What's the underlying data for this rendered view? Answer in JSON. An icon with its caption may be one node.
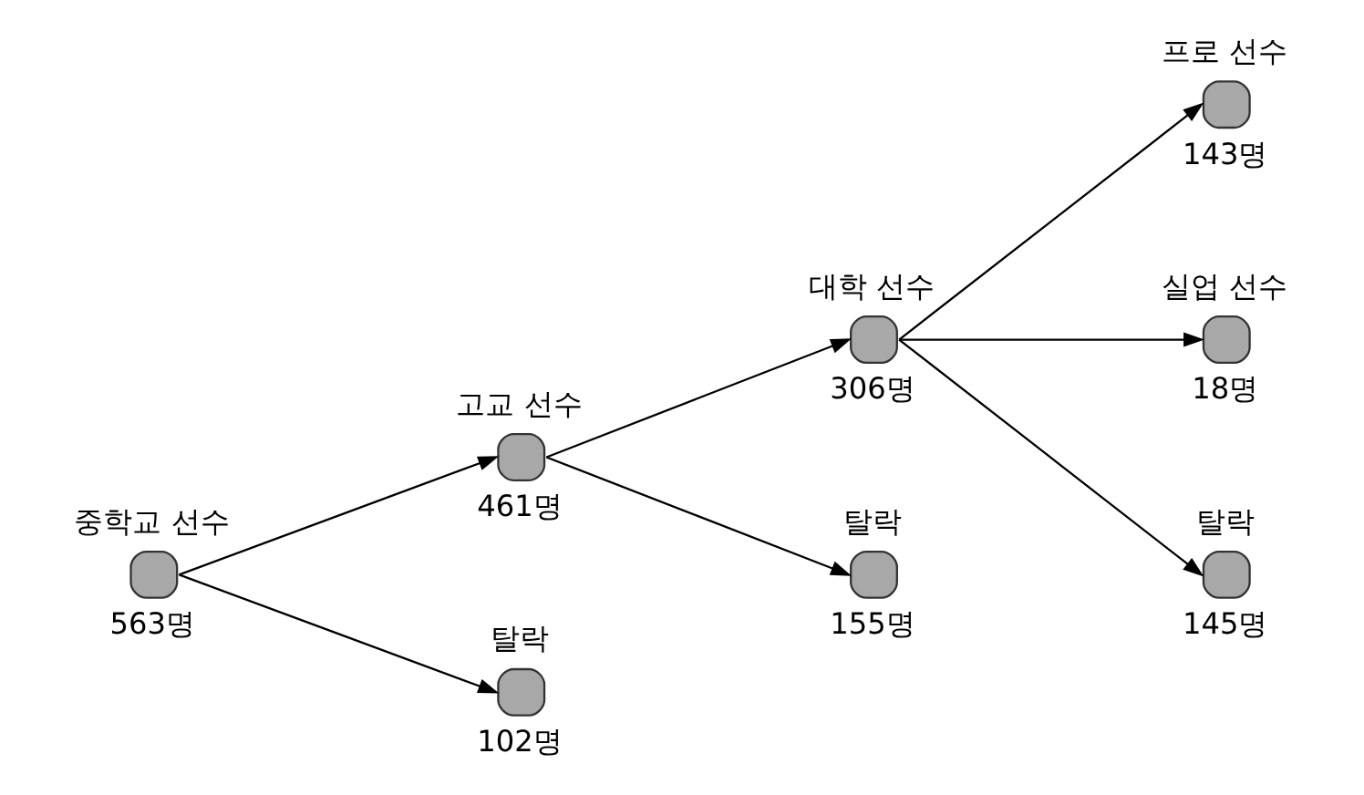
{
  "diagram": {
    "nodes": [
      {
        "text": [
          "중학교 선수"
        ],
        "beside": [
          "563명"
        ]
      },
      {
        "text": [
          "고교 선수"
        ],
        "beside": [
          "461명"
        ]
      },
      {
        "text": [
          "탈락"
        ],
        "beside": [
          "102명"
        ]
      },
      {
        "text": [
          "대학 선수"
        ],
        "beside": [
          "306명"
        ]
      },
      {
        "text": [
          "탈락"
        ],
        "beside": [
          "155명"
        ]
      },
      {
        "text": [
          "프로 선수"
        ],
        "beside": [
          "143명"
        ]
      },
      {
        "text": [
          "실업 선수"
        ],
        "beside": [
          "18명"
        ]
      },
      {
        "text": [
          "탈락"
        ],
        "beside": [
          "145명"
        ]
      }
    ],
    "edges": [
      {
        "from": 0,
        "to": 1,
        "arrow": "to"
      },
      {
        "from": 0,
        "to": 2,
        "arrow": "to"
      },
      {
        "from": 1,
        "to": 3,
        "arrow": "to"
      },
      {
        "from": 1,
        "to": 4,
        "arrow": "to"
      },
      {
        "from": 3,
        "to": 5,
        "arrow": "to"
      },
      {
        "from": 3,
        "to": 6,
        "arrow": "to"
      },
      {
        "from": 3,
        "to": 7,
        "arrow": "to"
      }
    ]
  }
}
